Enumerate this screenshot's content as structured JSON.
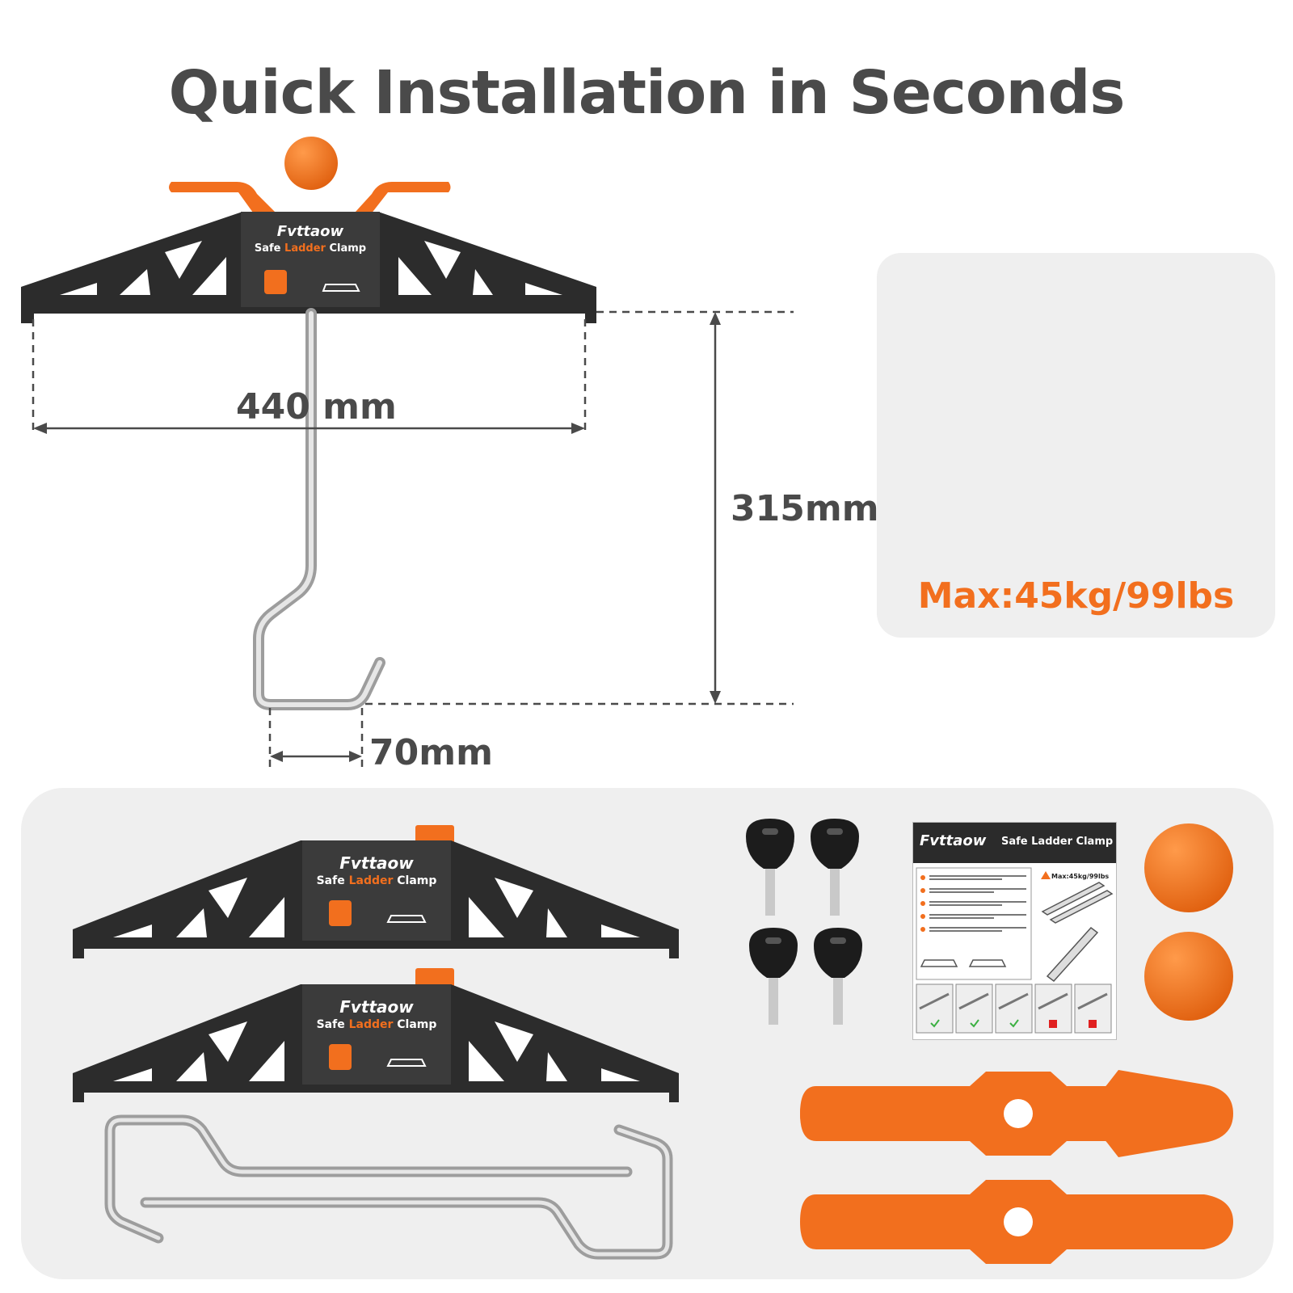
{
  "page": {
    "title": "Quick Installation in Seconds"
  },
  "dimensions": {
    "width": "440 mm",
    "height": "315mm",
    "hook_opening": "70mm"
  },
  "load": {
    "max_label": "Max:45kg/99lbs",
    "warning_icon": "warning-triangle-icon"
  },
  "product": {
    "brand": "Fvttaow",
    "name_prefix": "Safe ",
    "name_highlight": "Ladder",
    "name_suffix": " Clamp"
  },
  "manual": {
    "brand": "Fvttaow",
    "title": "Safe Ladder Clamp",
    "max_label": "Max:45kg/99lbs"
  },
  "colors": {
    "accent": "#f26f1e",
    "clamp_body": "#2c2c2c",
    "text_gray": "#4a4a4a",
    "panel_bg": "#efefef"
  }
}
